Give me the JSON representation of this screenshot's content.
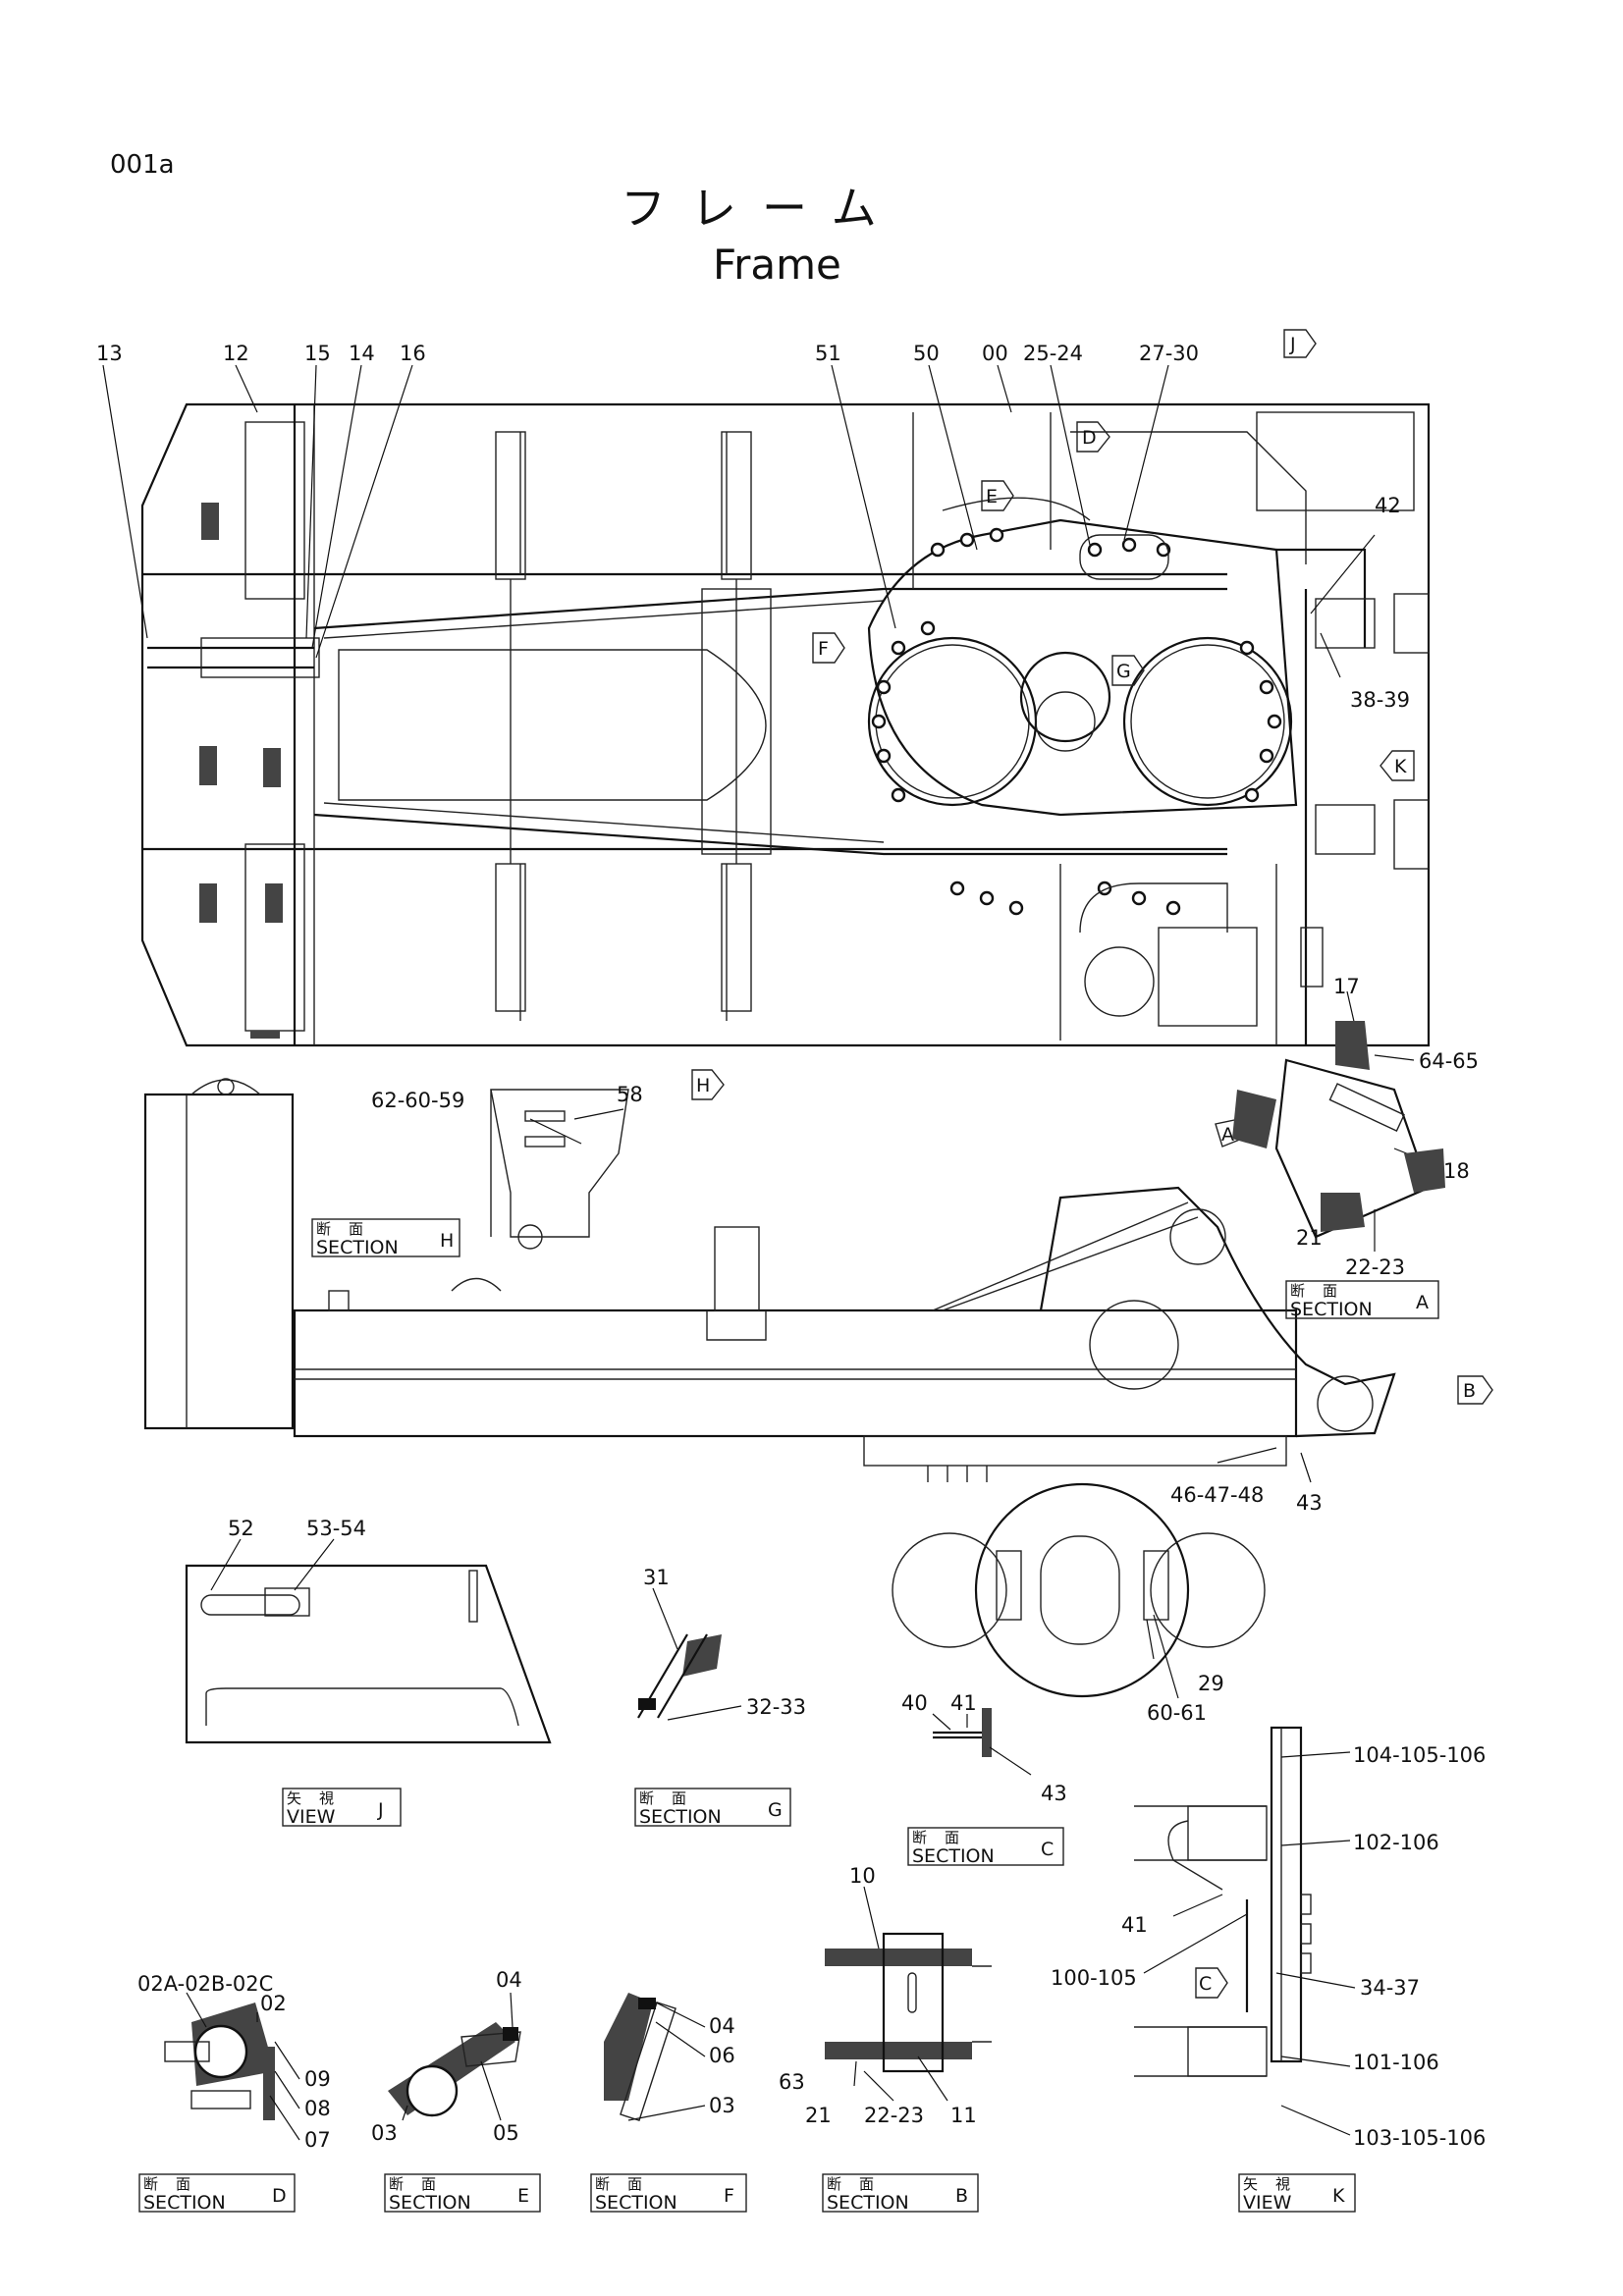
{
  "page": {
    "code": "001a",
    "title_jp": "フレーム",
    "title_en": "Frame"
  },
  "colors": {
    "ink": "#111111",
    "paper": "#ffffff",
    "hatch": "#444444"
  },
  "top_labels": [
    "13",
    "12",
    "15",
    "14",
    "16",
    "51",
    "50",
    "00",
    "25-24",
    "27-30"
  ],
  "plan_labels": {
    "l42": "42",
    "l38_39": "38-39",
    "l17": "17",
    "l64_65": "64-65",
    "l18": "18",
    "l21a": "21",
    "l22_23a": "22-23"
  },
  "side_labels": {
    "l62_60_59": "62-60-59",
    "l58": "58",
    "l46_47_48": "46-47-48",
    "l43a": "43"
  },
  "view_markers": {
    "J": "J",
    "D": "D",
    "E": "E",
    "F": "F",
    "G": "G",
    "K": "K",
    "H": "H",
    "A": "A",
    "B": "B",
    "C": "C"
  },
  "detail_labels": {
    "l52": "52",
    "l53_54": "53-54",
    "l31": "31",
    "l32_33": "32-33",
    "l40": "40",
    "l41a": "41",
    "l43b": "43",
    "l29": "29",
    "l60_61": "60-61",
    "l104_105_106": "104-105-106",
    "l102_106": "102-106",
    "l41b": "41",
    "l100_105": "100-105",
    "l34_37": "34-37",
    "l101_106": "101-106",
    "l103_105_106": "103-105-106",
    "l10": "10",
    "l63": "63",
    "l21b": "21",
    "l22_23b": "22-23",
    "l11": "11",
    "l02a": "02A-02B-02C",
    "l02": "02",
    "l09": "09",
    "l08": "08",
    "l07": "07",
    "l04a": "04",
    "l03a": "03",
    "l05": "05",
    "l04b": "04",
    "l06": "06",
    "l03b": "03"
  },
  "section_tags": {
    "H": {
      "jp": "断面",
      "en": "SECTION",
      "letter": "H"
    },
    "A": {
      "jp": "断面",
      "en": "SECTION",
      "letter": "A"
    },
    "J": {
      "jp": "矢視",
      "en": "VIEW",
      "letter": "J"
    },
    "G": {
      "jp": "断面",
      "en": "SECTION",
      "letter": "G"
    },
    "C": {
      "jp": "断面",
      "en": "SECTION",
      "letter": "C"
    },
    "D": {
      "jp": "断面",
      "en": "SECTION",
      "letter": "D"
    },
    "E": {
      "jp": "断面",
      "en": "SECTION",
      "letter": "E"
    },
    "F": {
      "jp": "断面",
      "en": "SECTION",
      "letter": "F"
    },
    "B": {
      "jp": "断面",
      "en": "SECTION",
      "letter": "B"
    },
    "K": {
      "jp": "矢視",
      "en": "VIEW",
      "letter": "K"
    }
  }
}
